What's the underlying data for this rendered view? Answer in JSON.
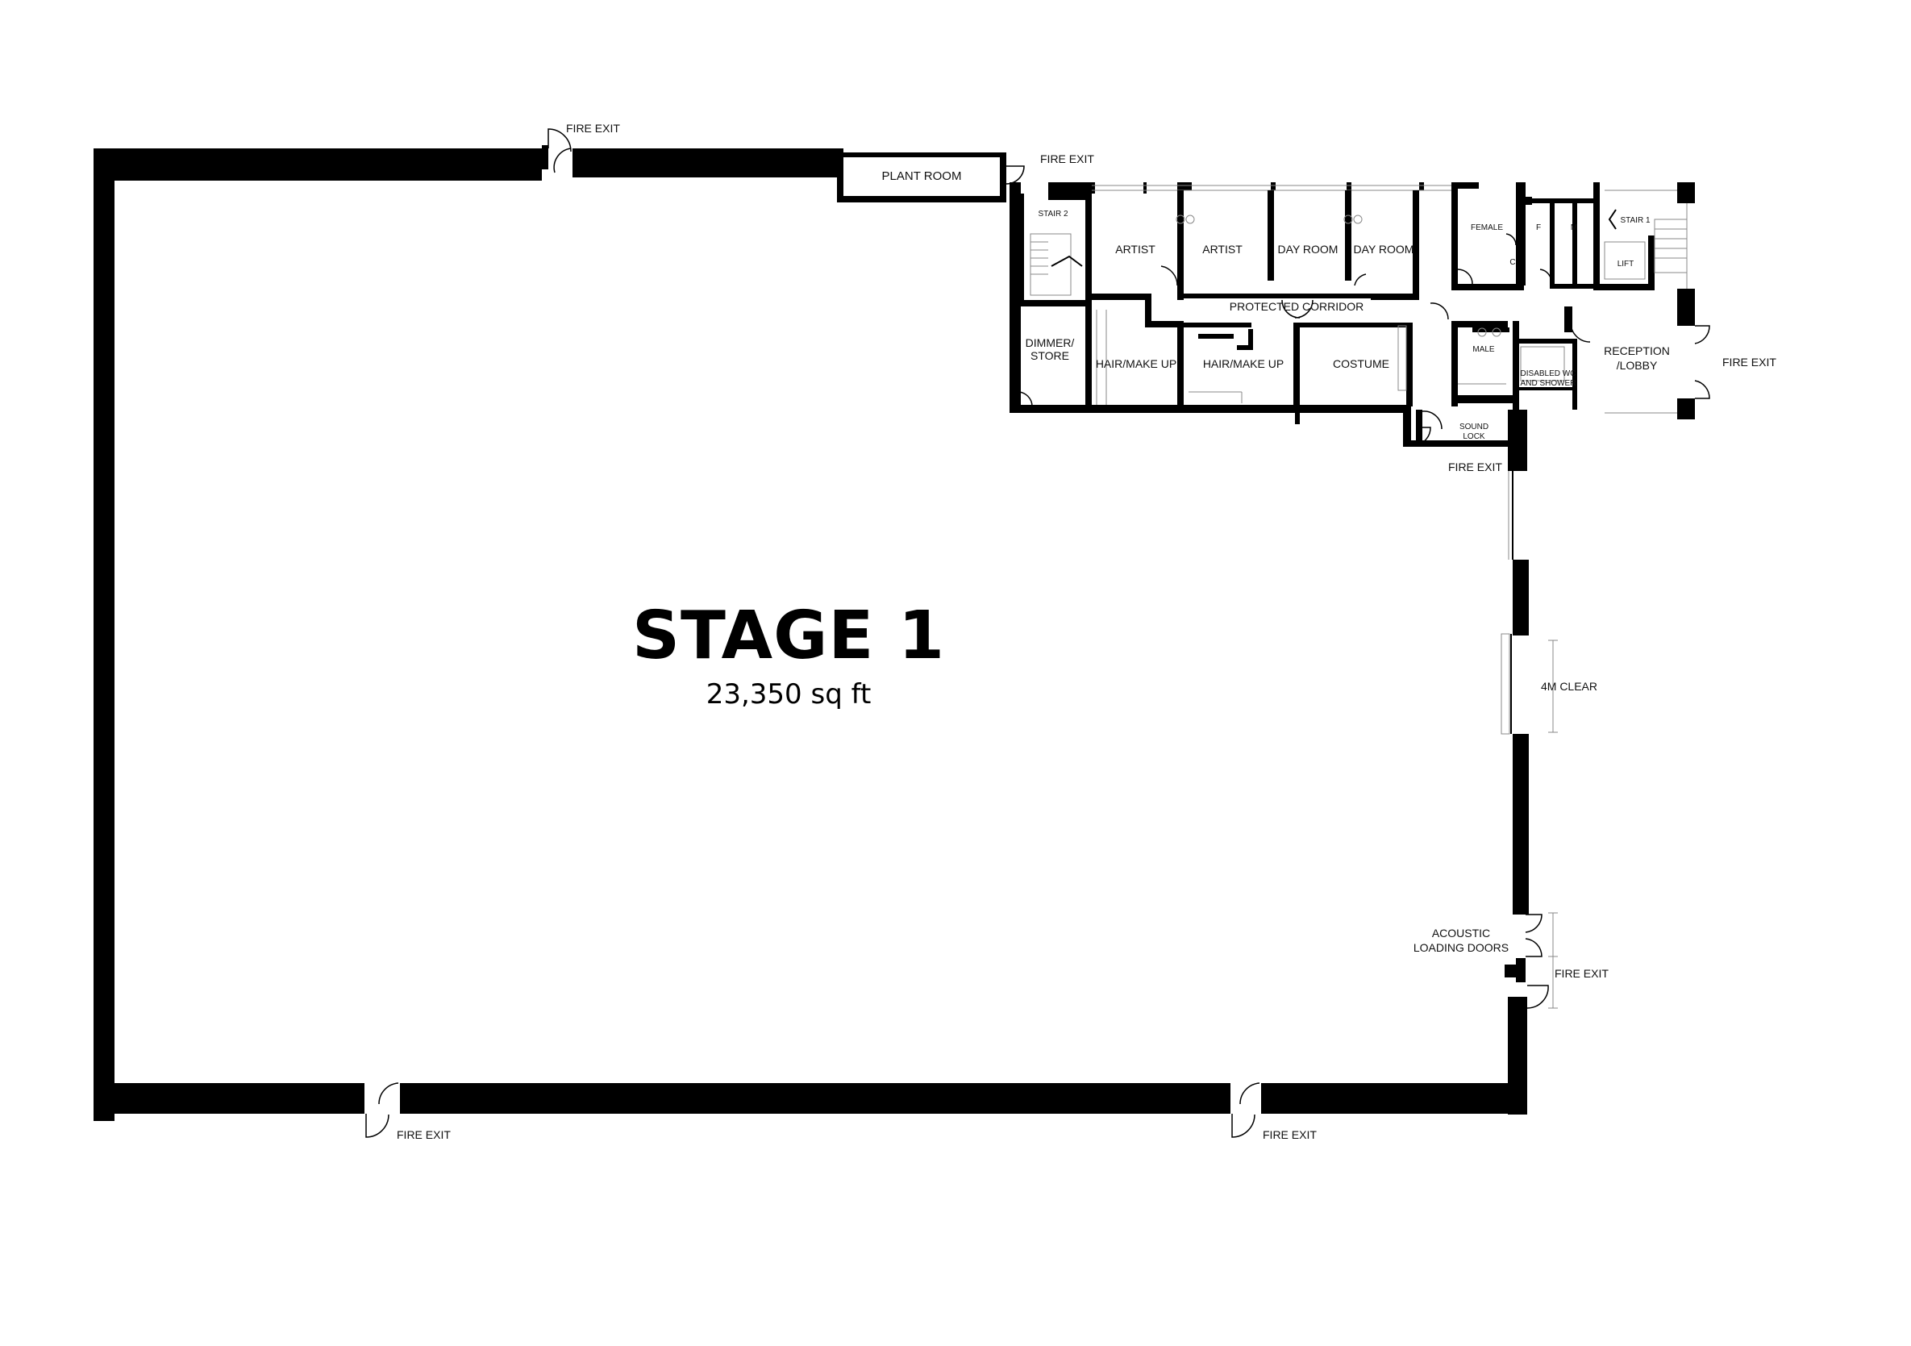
{
  "stage": {
    "title": "STAGE 1",
    "area": "23,350 sq ft"
  },
  "rooms": {
    "plant_room": "PLANT ROOM",
    "stair_2": "STAIR 2",
    "artist_1": "ARTIST",
    "artist_2": "ARTIST",
    "day_room_1": "DAY ROOM",
    "day_room_2": "DAY ROOM",
    "protected_corridor": "PROTECTED CORRIDOR",
    "dimmer_store_line1": "DIMMER/",
    "dimmer_store_line2": "STORE",
    "hair_make_up_1": "HAIR/MAKE UP",
    "hair_make_up_2": "HAIR/MAKE UP",
    "costume": "COSTUME",
    "female": "FEMALE",
    "f": "F",
    "m": "M",
    "c": "C",
    "stair_1": "STAIR 1",
    "lift": "LIFT",
    "male": "MALE",
    "disabled_wc_line1": "DISABLED WC",
    "disabled_wc_line2": "AND SHOWER",
    "reception_line1": "RECEPTION",
    "reception_line2": "/LOBBY",
    "sound_lock_line1": "SOUND",
    "sound_lock_line2": "LOCK"
  },
  "labels": {
    "fire_exit_top": "FIRE EXIT",
    "fire_exit_plant": "FIRE EXIT",
    "fire_exit_lobby": "FIRE EXIT",
    "fire_exit_sound_lock": "FIRE EXIT",
    "fire_exit_east": "FIRE EXIT",
    "fire_exit_bottom_left": "FIRE EXIT",
    "fire_exit_bottom_right": "FIRE EXIT",
    "clear_width": "4M CLEAR",
    "acoustic_line1": "ACOUSTIC",
    "acoustic_line2": "LOADING DOORS"
  }
}
